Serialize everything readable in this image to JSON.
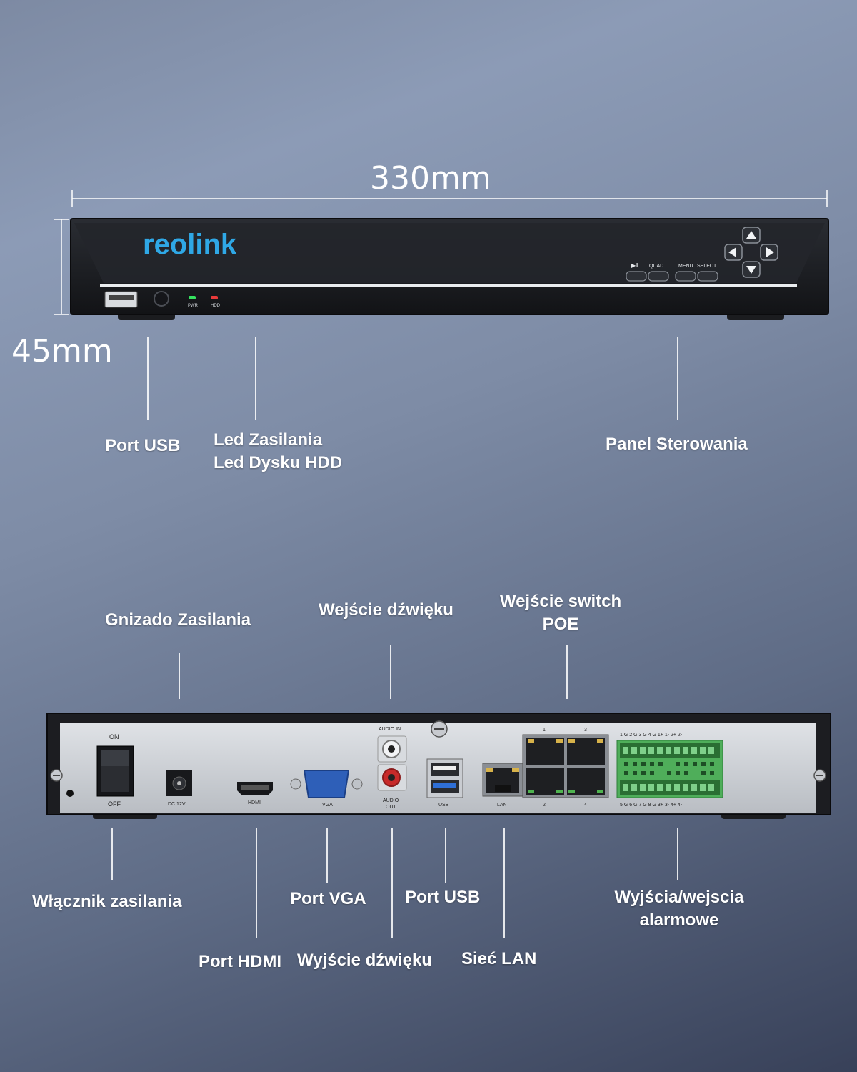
{
  "dimensions": {
    "width": "330mm",
    "height": "45mm"
  },
  "front": {
    "brand": "reolink",
    "led_pwr": "PWR",
    "led_hdd": "HDD",
    "btn_play": "▶‖",
    "btn_quad": "QUAD",
    "btn_menu": "MENU",
    "btn_select": "SELECT"
  },
  "rear": {
    "switch_on": "ON",
    "switch_off": "OFF",
    "dc": "DC  12V",
    "hdmi": "HDMI",
    "vga": "VGA",
    "audio_in": "AUDIO  IN",
    "audio_out_1": "AUDIO",
    "audio_out_2": "OUT",
    "usb": "USB",
    "lan": "LAN",
    "poe_1": "1",
    "poe_2": "2",
    "poe_3": "3",
    "poe_4": "4",
    "alarm_top": "1  G  2  G  3  G  4  G  1+  1-  2+  2-",
    "alarm_bottom": "5  G  6  G  7  G  8  G  3+  3-  4+  4-"
  },
  "labels": {
    "front_usb": "Port USB",
    "front_led_power": "Led Zasilania",
    "front_led_hdd": "Led Dysku HDD",
    "front_panel": "Panel Sterowania",
    "power_socket": "Gnizado Zasilania",
    "audio_in": "Wejście dźwięku",
    "poe_1": "Wejście switch",
    "poe_2": "POE",
    "power_switch": "Włącznik zasilania",
    "vga": "Port VGA",
    "usb": "Port USB",
    "alarm_1": "Wyjścia/wejscia",
    "alarm_2": "alarmowe",
    "hdmi": "Port HDMI",
    "audio_out": "Wyjście dźwięku",
    "lan": "Sieć LAN"
  }
}
